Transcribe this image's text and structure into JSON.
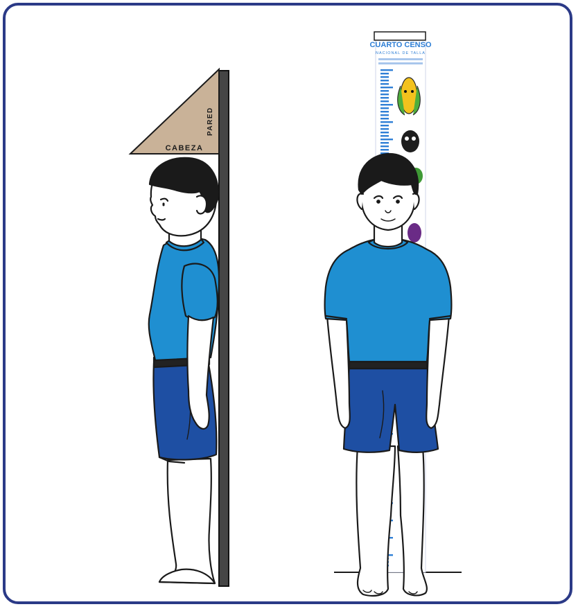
{
  "labels": {
    "head_block": "CABEZA",
    "wall": "PARED"
  },
  "measuring_tape": {
    "title_line1": "CUARTO CENSO",
    "title_line2": "NACIONAL DE TALLA"
  },
  "colors": {
    "frame_border": "#2b3a87",
    "shirt": "#1f8fd1",
    "shorts": "#1e4fa3",
    "skin": "#ffffff",
    "hair": "#1a1a1a",
    "head_block": "#c9b298",
    "wall": "#454545",
    "tape_stripes": "#2f7fd6"
  },
  "icons": [
    "head-block-icon",
    "wall-icon",
    "measuring-tape-icon",
    "side-child-figure",
    "front-child-figure"
  ]
}
